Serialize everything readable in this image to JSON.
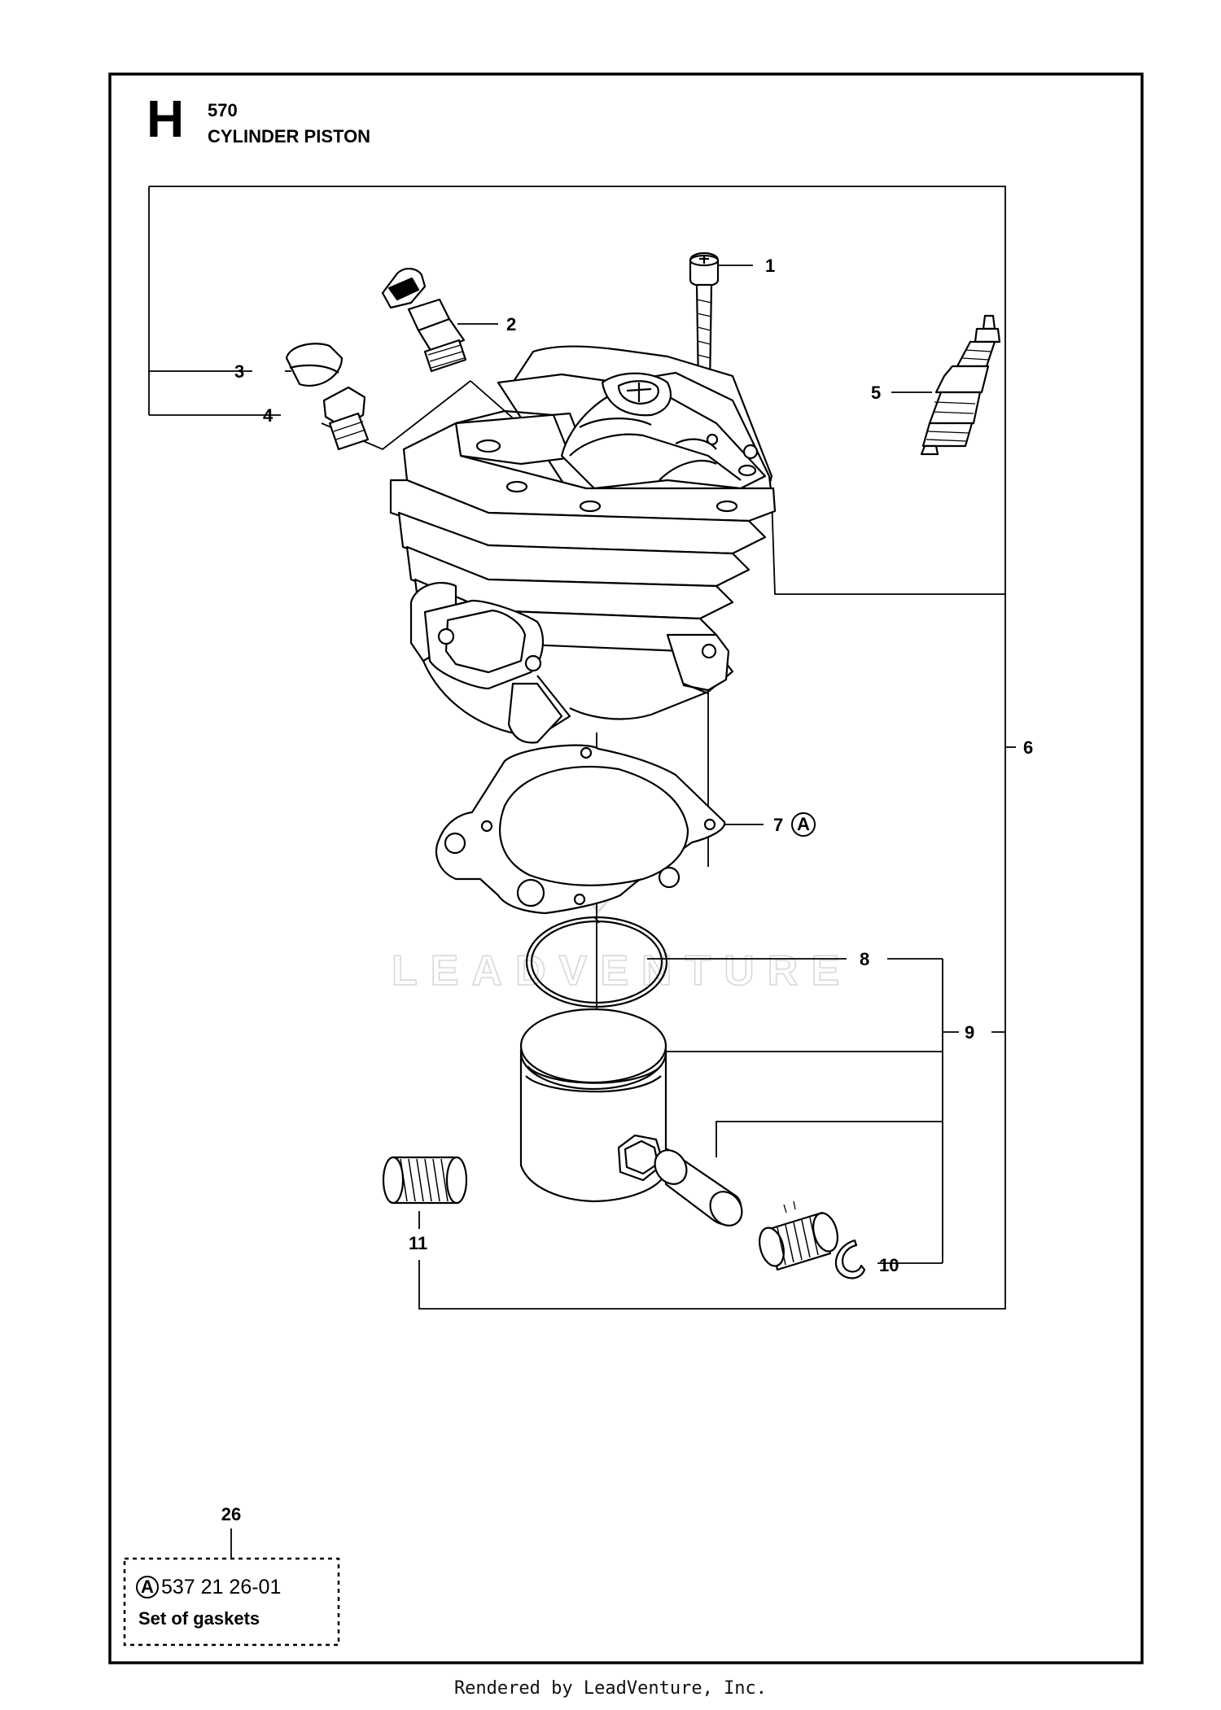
{
  "header": {
    "section_letter": "H",
    "model": "570",
    "title": "CYLINDER PISTON"
  },
  "callouts": {
    "p1": "1",
    "p2": "2",
    "p3": "3",
    "p4": "4",
    "p5": "5",
    "p6": "6",
    "p7": "7",
    "p8": "8",
    "p9": "9",
    "p10": "10",
    "p11": "11"
  },
  "kit_marker": "A",
  "kit": {
    "ref_number": "26",
    "marker": "A",
    "part_number": "537 21 26-01",
    "description": "Set of gaskets"
  },
  "watermark": "LEADVENTURE",
  "footer": "Rendered by LeadVenture, Inc."
}
